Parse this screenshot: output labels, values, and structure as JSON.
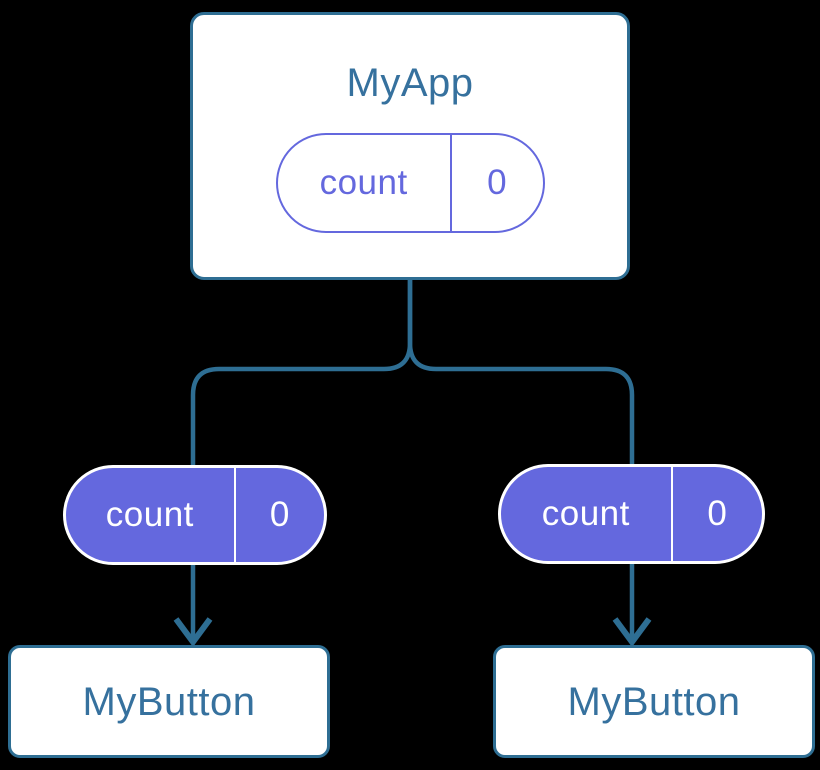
{
  "diagram": {
    "parent": {
      "label": "MyApp",
      "state": {
        "name": "count",
        "value": "0"
      }
    },
    "props": [
      {
        "name": "count",
        "value": "0"
      },
      {
        "name": "count",
        "value": "0"
      }
    ],
    "children": [
      {
        "label": "MyButton"
      },
      {
        "label": "MyButton"
      }
    ]
  },
  "theme": {
    "bg": "#000000",
    "stroke": "#2E6E93",
    "text-blue": "#36719E",
    "purple": "#6468DE",
    "node-bg": "#FFFFFF",
    "pill-text": "#FFFFFF"
  }
}
